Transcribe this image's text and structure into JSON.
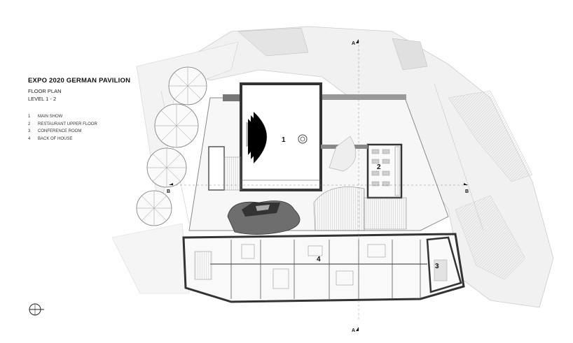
{
  "title": "EXPO 2020 GERMAN PAVILION",
  "subtitle_1": "FLOOR PLAN",
  "subtitle_2": "LEVEL 1 - 2",
  "legend": [
    {
      "num": "1",
      "label": "MAIN SHOW"
    },
    {
      "num": "2",
      "label": "RESTAURANT UPPER FLOOR"
    },
    {
      "num": "3",
      "label": "CONFERENCE ROOM"
    },
    {
      "num": "4",
      "label": "BACK OF HOUSE"
    }
  ],
  "room_numbers": [
    "1",
    "2",
    "3",
    "4"
  ],
  "section_markers": {
    "a_top": "A",
    "a_bottom": "A",
    "b_left": "B",
    "b_right": "B"
  }
}
